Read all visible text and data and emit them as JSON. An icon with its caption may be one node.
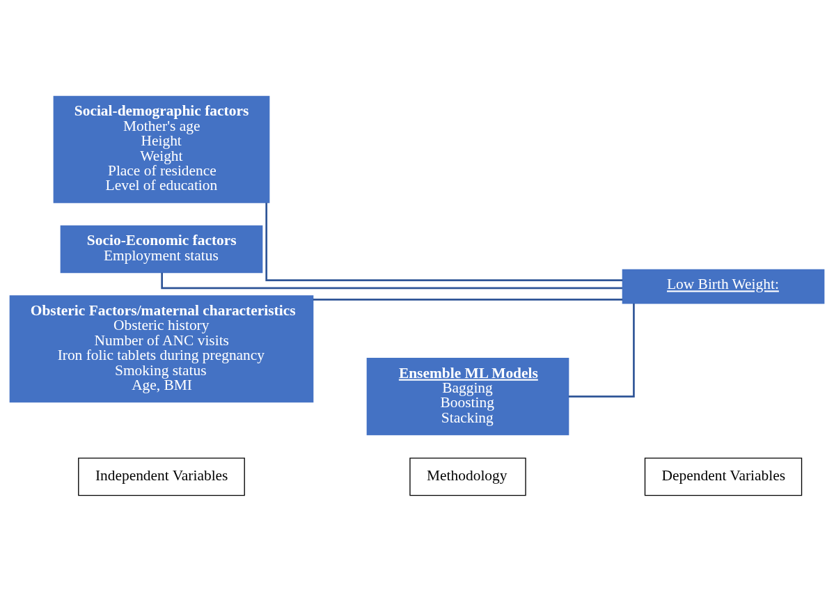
{
  "diagram": {
    "nodes": [
      {
        "text": [
          "Independent Variables"
        ]
      },
      {
        "text": [
          "Methodology"
        ]
      },
      {
        "text": [
          "Dependent Variables"
        ]
      },
      {
        "text": [
          "Social-demographic factors",
          "Mother's age",
          "Height",
          "Weight",
          "Place of residence",
          "Level of education"
        ]
      },
      {
        "text": [
          "Socio-Economic factors",
          "Employment status"
        ]
      },
      {
        "text": [
          "Obsteric Factors/maternal characteristics",
          "Obsteric history",
          "Number of ANC visits",
          "Iron folic tablets during pregnancy",
          "Smoking status",
          "Age, BMI"
        ]
      },
      {
        "text": [
          "Ensemble ML Models",
          "Bagging",
          "Boosting",
          "Stacking"
        ]
      },
      {
        "text": [
          "Low Birth Weight:"
        ]
      }
    ],
    "edges": [
      {
        "from": 3,
        "to": 7,
        "arrow": "none"
      },
      {
        "from": 4,
        "to": 7,
        "arrow": "none"
      },
      {
        "from": 5,
        "to": 7,
        "arrow": "none"
      },
      {
        "from": 6,
        "to": 7,
        "arrow": "none"
      }
    ]
  }
}
